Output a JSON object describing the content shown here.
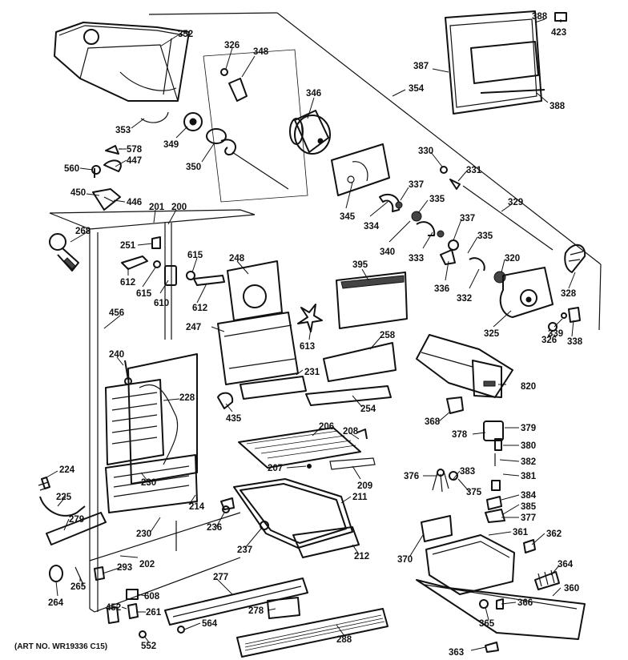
{
  "diagram": {
    "caption": "(ART NO. WR19336 C15)",
    "callouts": {
      "c352": "352",
      "c326a": "326",
      "c348": "348",
      "c346": "346",
      "c353": "353",
      "c349": "349",
      "c350": "350",
      "c354": "354",
      "c387": "387",
      "c388a": "388",
      "c423": "423",
      "c388b": "388",
      "c578": "578",
      "c447": "447",
      "c560": "560",
      "c450": "450",
      "c446": "446",
      "c201": "201",
      "c200": "200",
      "c268": "268",
      "c251": "251",
      "c612a": "612",
      "c615a": "615",
      "c615b": "615",
      "c610": "610",
      "c612b": "612",
      "c248": "248",
      "c247": "247",
      "c456": "456",
      "c330": "330",
      "c331": "331",
      "c337a": "337",
      "c345": "345",
      "c334": "334",
      "c335a": "335",
      "c329": "329",
      "c340": "340",
      "c333": "333",
      "c337b": "337",
      "c335b": "335",
      "c395": "395",
      "c320": "320",
      "c336": "336",
      "c332": "332",
      "c328": "328",
      "c613": "613",
      "c325": "325",
      "c326b": "326",
      "c339": "339",
      "c338": "338",
      "c258": "258",
      "c240": "240",
      "c228": "228",
      "c231": "231",
      "c820": "820",
      "c435": "435",
      "c254": "254",
      "c368": "368",
      "c206": "206",
      "c208": "208",
      "c379": "379",
      "c378": "378",
      "c380": "380",
      "c382": "382",
      "c207": "207",
      "c381": "381",
      "c224": "224",
      "c230a": "230",
      "c209": "209",
      "c376": "376",
      "c383": "383",
      "c375": "375",
      "c384": "384",
      "c385": "385",
      "c225": "225",
      "c214": "214",
      "c211": "211",
      "c377": "377",
      "c279": "279",
      "c230b": "230",
      "c236": "236",
      "c361": "361",
      "c362": "362",
      "c237": "237",
      "c212": "212",
      "c370": "370",
      "c293": "293",
      "c202": "202",
      "c364": "364",
      "c265": "265",
      "c277": "277",
      "c264": "264",
      "c608": "608",
      "c360": "360",
      "c278": "278",
      "c366": "366",
      "c452": "452",
      "c261": "261",
      "c564": "564",
      "c365": "365",
      "c288": "288",
      "c552": "552",
      "c363": "363"
    }
  }
}
